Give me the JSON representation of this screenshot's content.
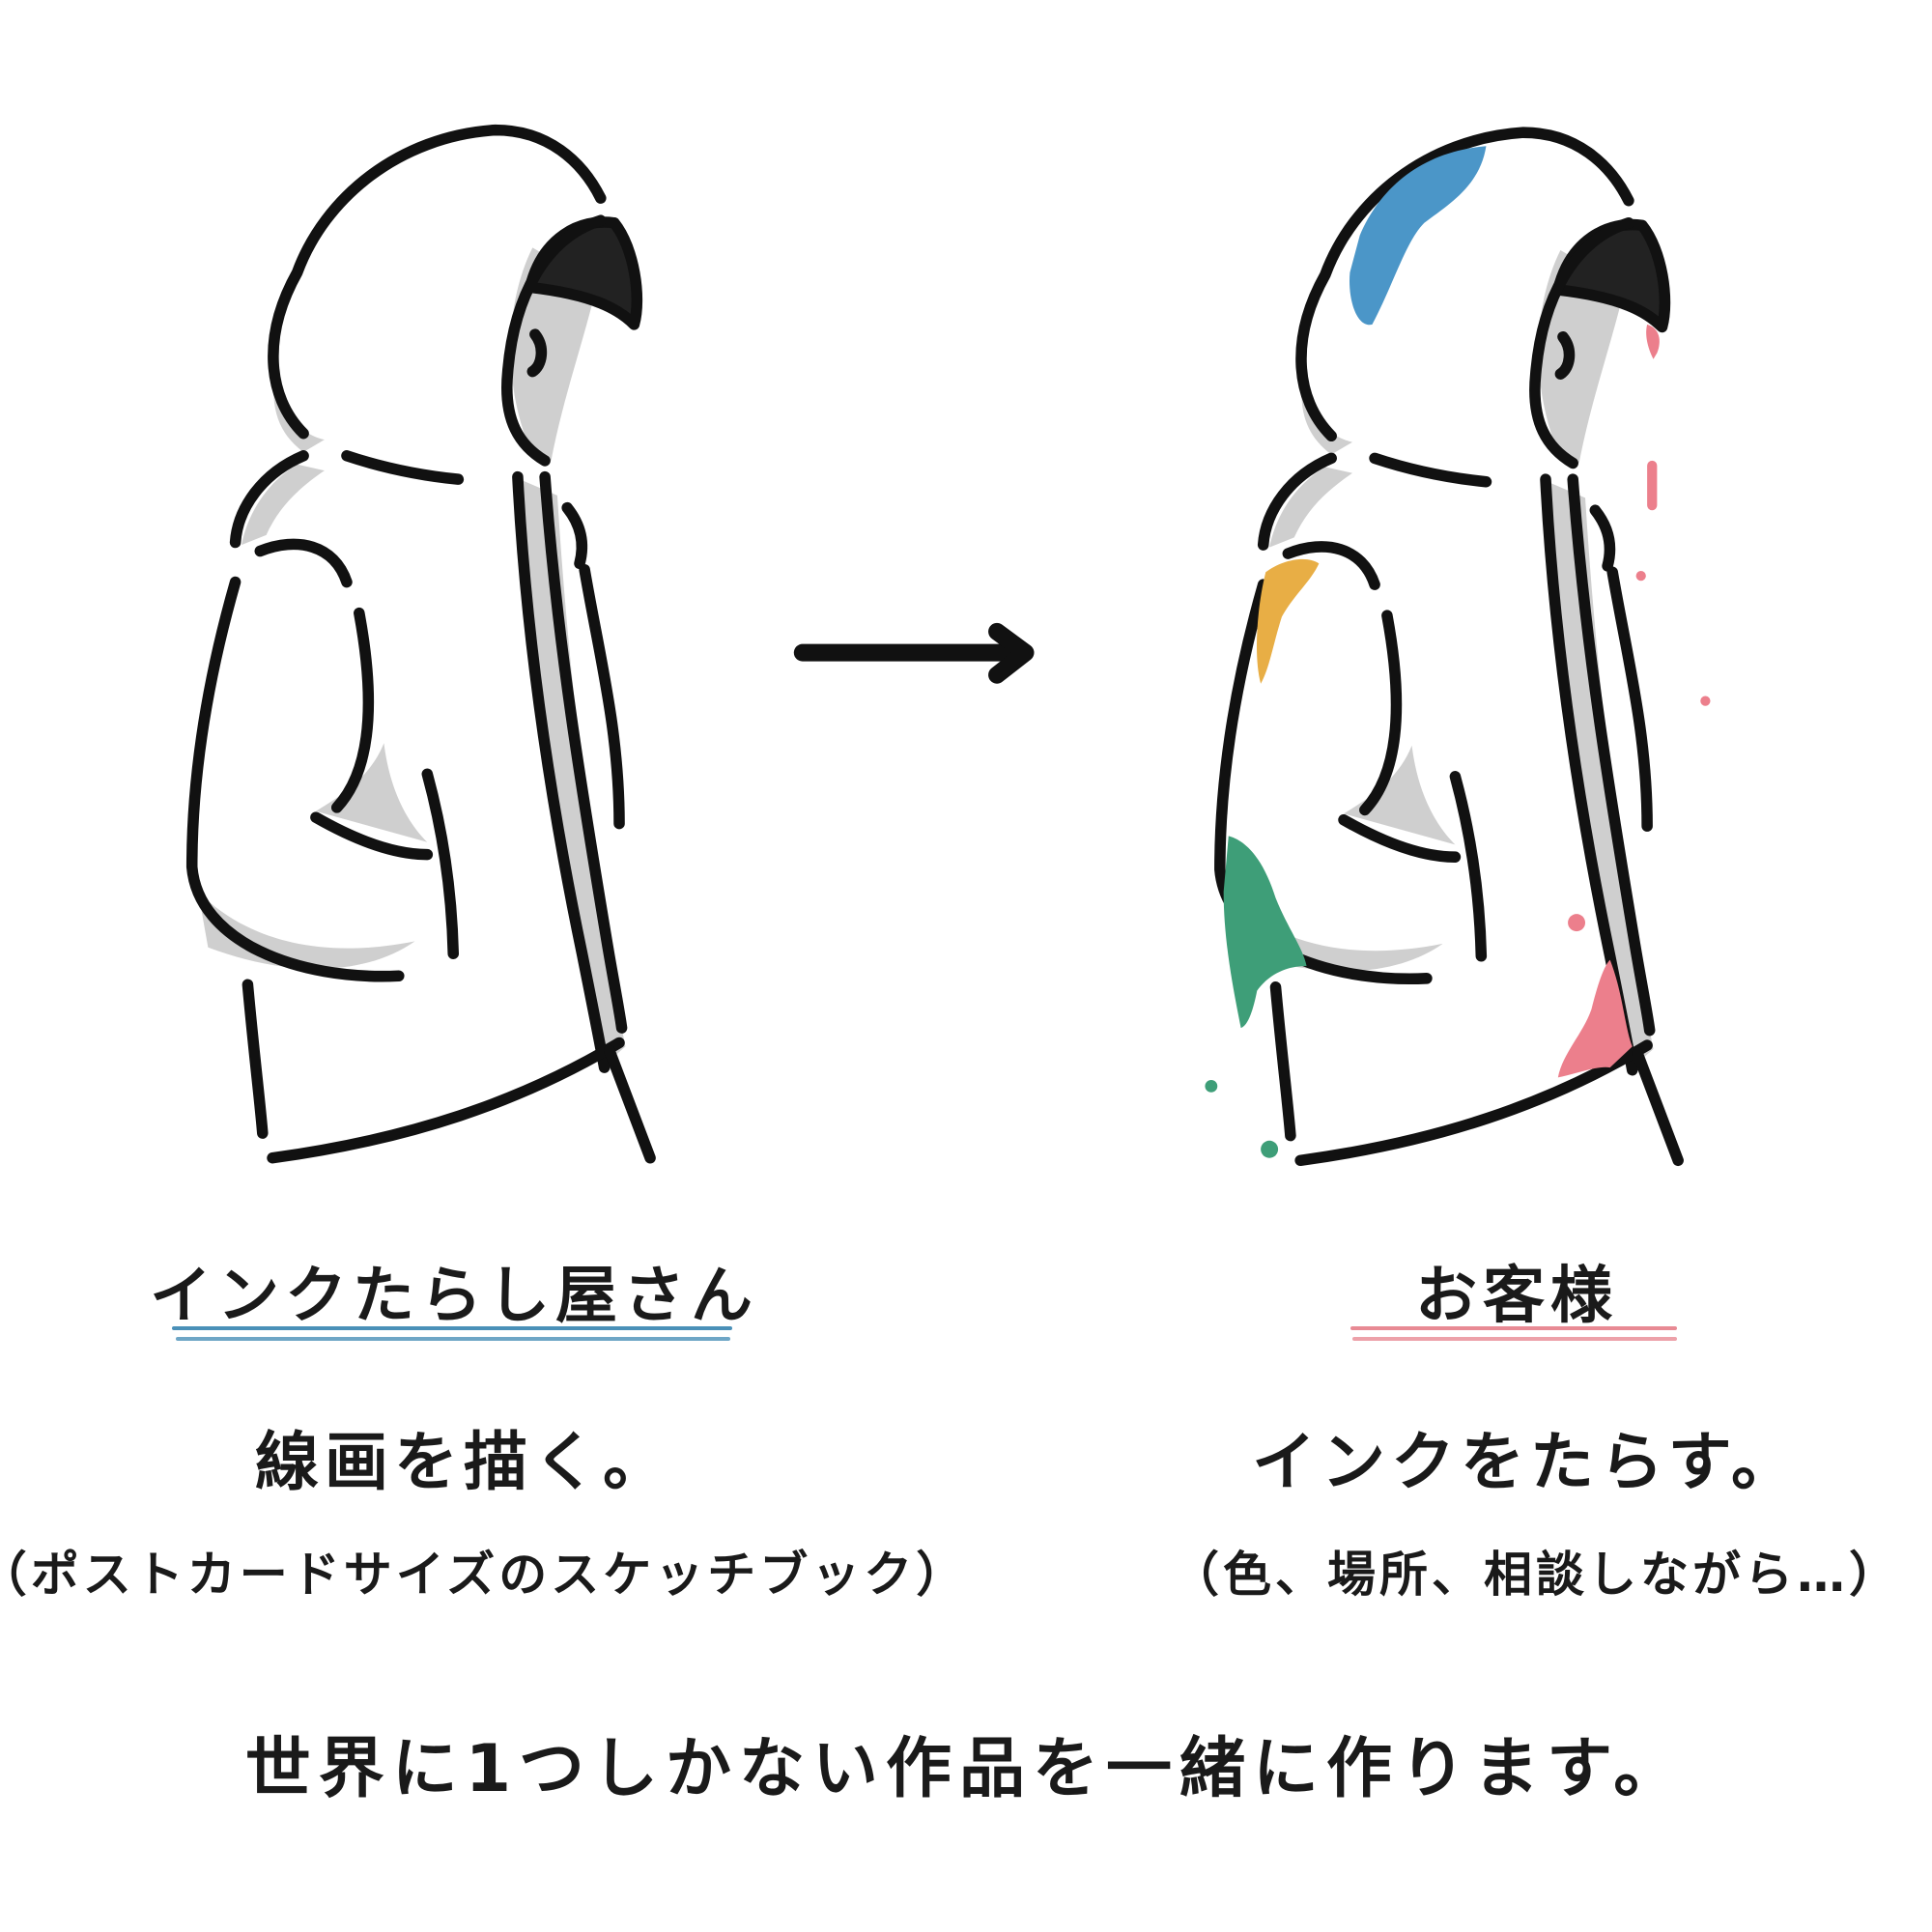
{
  "left": {
    "role": "インクたらし屋さん",
    "action": "線画を描く。",
    "note": "（ポストカードサイズのスケッチブック）",
    "underline_color": "#4a90b8"
  },
  "right": {
    "role": "お客様",
    "action": "インクをたらす。",
    "note": "（色、場所、相談しながら…）",
    "underline_color": "#e88a94"
  },
  "bottom_text": "世界に1つしかない作品を一緒に作ります。",
  "ink_colors": {
    "blue": "#4b96c8",
    "orange": "#e8ae45",
    "green": "#3e9e78",
    "pink": "#ec7f8c"
  },
  "line_color": "#111111",
  "shade_color": "#cfcfcf"
}
